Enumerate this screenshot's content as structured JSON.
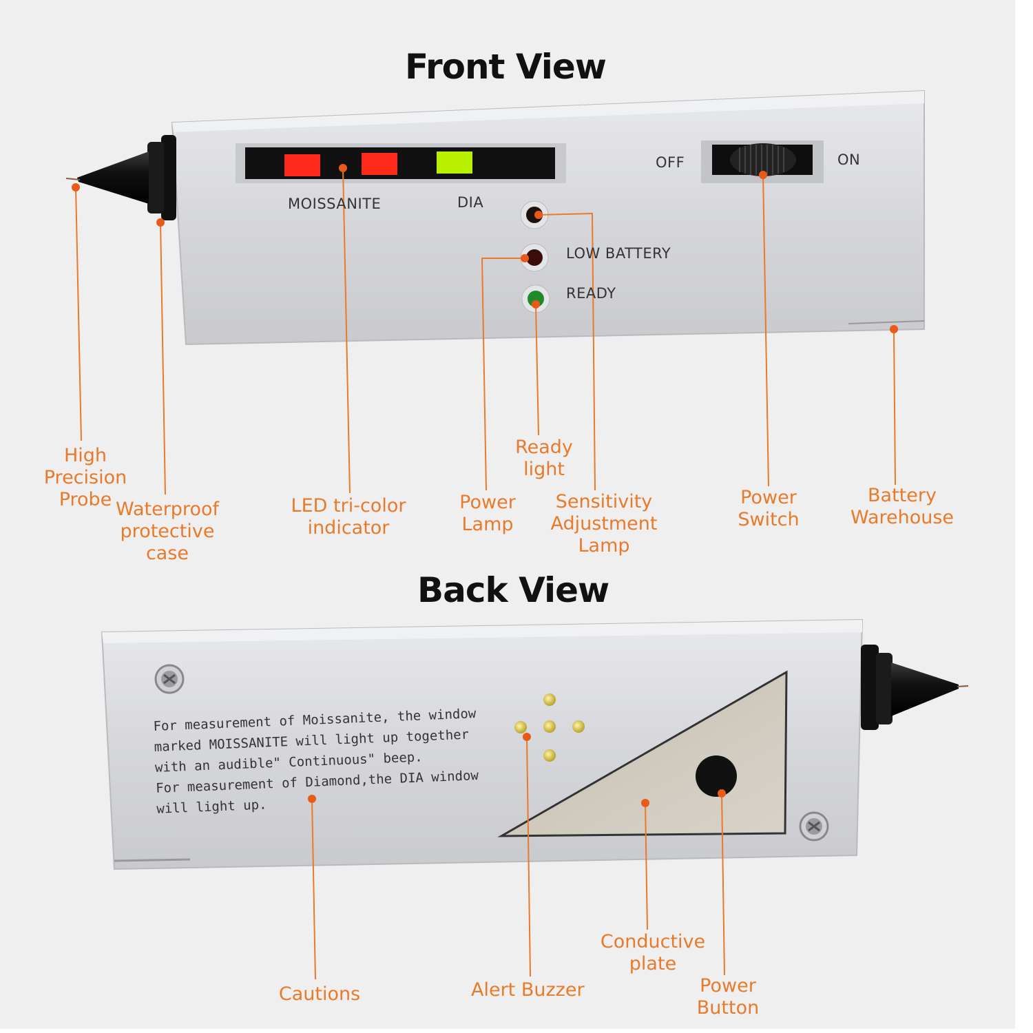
{
  "titles": {
    "front": "Front View",
    "back": "Back View"
  },
  "front_device": {
    "led_labels": {
      "moissanite": "MOISSANITE",
      "dia": "DIA"
    },
    "switch_labels": {
      "off": "OFF",
      "on": "ON"
    },
    "lamp_labels": {
      "low_battery": "LOW BATTERY",
      "ready": "READY"
    }
  },
  "back_device": {
    "caution_text": "For measurement of Moissanite, the window marked MOISSANITE will light up together with an audible\" Continuous\" beep.\nFor measurement of Diamond,the DIA window will light up."
  },
  "callouts": {
    "probe": "High\nPrecision Probe",
    "case": "Waterproof\nprotective case",
    "led": "LED tri-color\nindicator",
    "ready": "Ready\nlight",
    "power_lamp": "Power\nLamp",
    "sensitivity": "Sensitivity\nAdjustment Lamp",
    "power_switch": "Power\nSwitch",
    "battery": "Battery\nWarehouse",
    "cautions": "Cautions",
    "buzzer": "Alert Buzzer",
    "plate": "Conductive\nplate",
    "power_button": "Power\nButton"
  },
  "colors": {
    "callout": "#e87a2a",
    "led_red": "#ff2a1a",
    "led_green": "#b8f000",
    "ready_led": "#1f8a2a",
    "device_body": "#d9dade"
  }
}
